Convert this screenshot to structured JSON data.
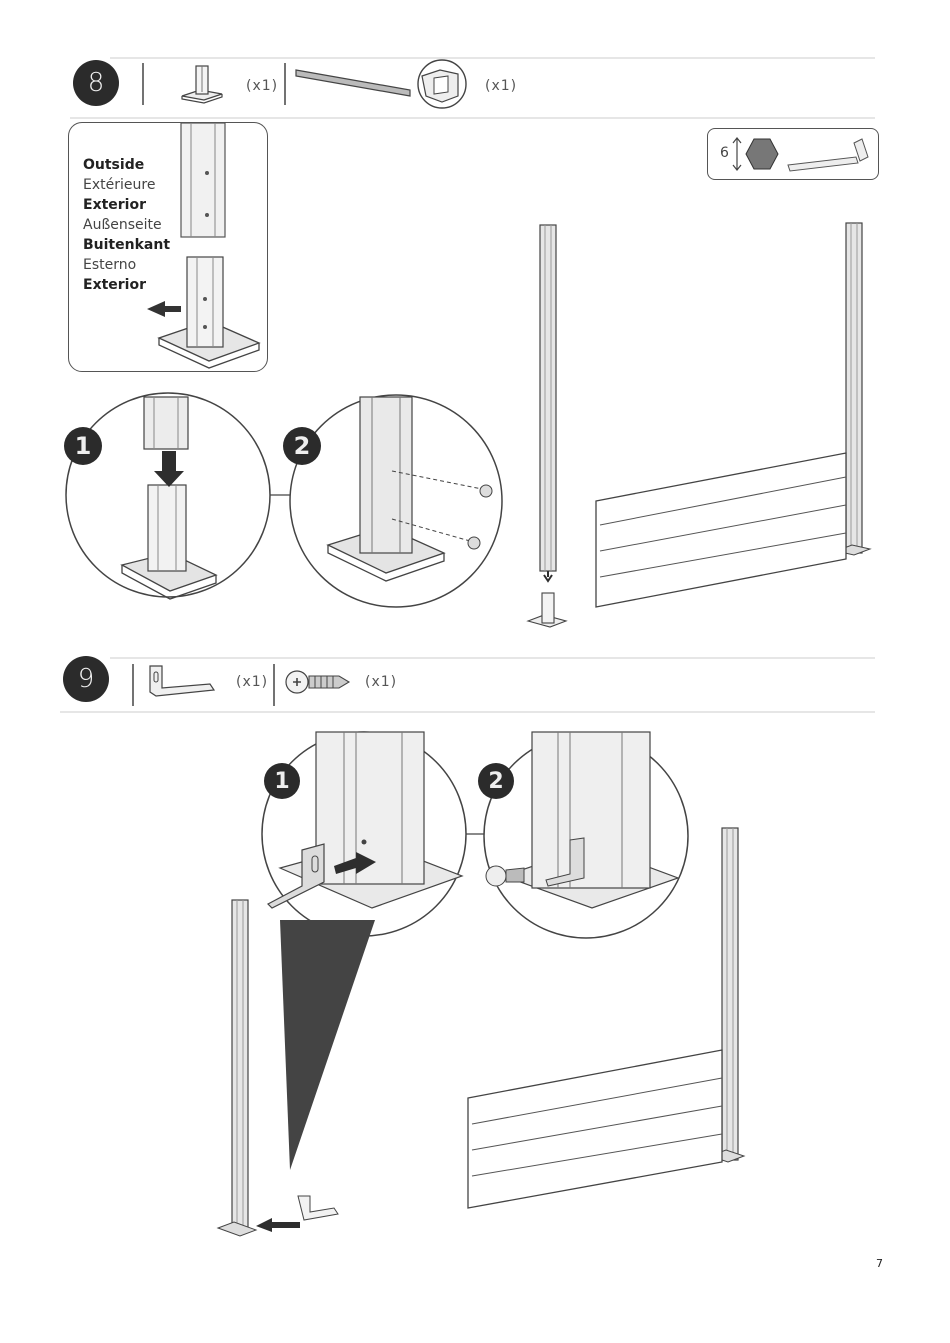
{
  "steps": [
    {
      "number": "8",
      "parts": [
        {
          "icon": "post-base-icon",
          "qty": "(x1)"
        },
        {
          "icon": "post-rail-icon",
          "qty": "(x1)"
        }
      ],
      "inset_labels": [
        {
          "text": "Outside",
          "bold": true
        },
        {
          "text": "Extérieure",
          "bold": false
        },
        {
          "text": "Exterior",
          "bold": true
        },
        {
          "text": "Außenseite",
          "bold": false
        },
        {
          "text": "Buitenkant",
          "bold": true
        },
        {
          "text": "Esterno",
          "bold": false
        },
        {
          "text": "Exterior",
          "bold": true
        }
      ],
      "tool": {
        "size": "6",
        "icon": "hex-key-icon"
      },
      "substeps": [
        "1",
        "2"
      ]
    },
    {
      "number": "9",
      "parts": [
        {
          "icon": "l-bracket-icon",
          "qty": "(x1)"
        },
        {
          "icon": "screw-icon",
          "qty": "(x1)"
        }
      ],
      "substeps": [
        "1",
        "2"
      ]
    }
  ],
  "page_number": "7",
  "colors": {
    "badge": "#2b2b2b",
    "line": "#444444",
    "arrow": "#2e2e2e"
  }
}
